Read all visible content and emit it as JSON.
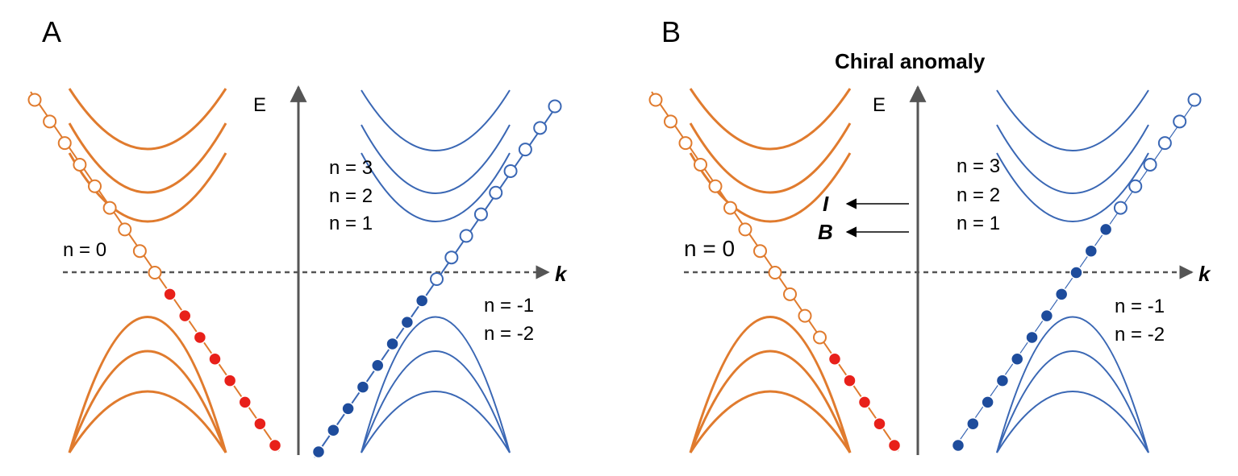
{
  "colors": {
    "orange": "#E07B2E",
    "blue": "#3A67B4",
    "red_fill": "#E8201A",
    "blue_fill": "#1E4C9C",
    "axis": "#555555"
  },
  "panels": [
    {
      "letter": "A",
      "energy_label": "E",
      "momentum_label": "k",
      "n0_label": "n = 0",
      "upper_labels": [
        "n = 3",
        "n = 2",
        "n = 1"
      ],
      "lower_labels": [
        "n =  -1",
        "n =  -2"
      ],
      "orange_filled_count": 8,
      "blue_filled_count": 8
    },
    {
      "letter": "B",
      "title": "Chiral anomaly",
      "energy_label": "E",
      "momentum_label": "k",
      "n0_label": "n = 0",
      "upper_labels": [
        "n = 3",
        "n = 2",
        "n = 1"
      ],
      "lower_labels": [
        "n =  -1",
        "n =  -2"
      ],
      "current_label": "I",
      "field_label": "B",
      "orange_filled_count": 5,
      "blue_filled_count": 11
    }
  ]
}
